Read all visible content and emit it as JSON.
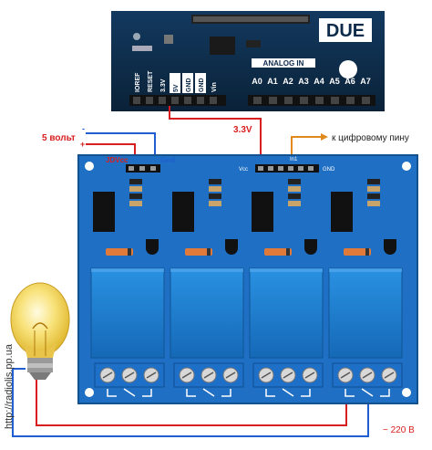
{
  "arduino": {
    "board_name": "DUE",
    "analog_header": "ANALOG IN",
    "power_pins": [
      "IOREF",
      "RESET",
      "3.3V",
      "5V",
      "GND",
      "GND",
      "Vin"
    ],
    "analog_pins": [
      "A0",
      "A1",
      "A2",
      "A3",
      "A4",
      "A5",
      "A6",
      "A7"
    ]
  },
  "wire_labels": {
    "five_volt": "5 вольт",
    "minus_sign": "-",
    "plus_sign": "+",
    "three_three_v": "3.3V",
    "to_digital_pin": "к цифровому пину",
    "mains": "~ 220 В"
  },
  "relay_board": {
    "jdvcc_label": "JDVcc",
    "gnd_label": "Gnd",
    "vcc_label": "Vcc",
    "in1_label": "In1",
    "gnd2_label": "GND",
    "relay_count": 4
  },
  "watermark": "http://radiolis.pp.ua",
  "colors": {
    "board_blue": "#1f6fc4",
    "relay_blue": "#1b82d6",
    "wire_red": "#d81e1e",
    "wire_blue": "#1f5fd0",
    "wire_orange": "#e08a1e",
    "arduino_dark": "#0c2a4a"
  }
}
